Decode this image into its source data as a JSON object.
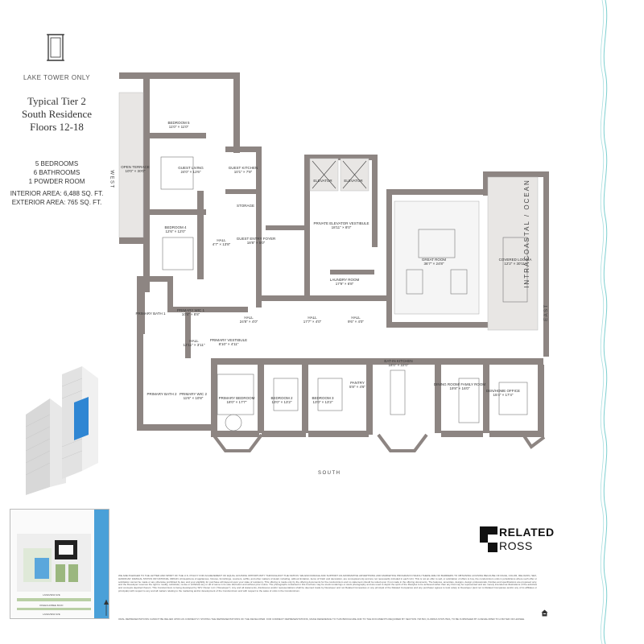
{
  "tower_note": "LAKE TOWER ONLY",
  "residence": {
    "title_line1": "Typical Tier 2",
    "title_line2": "South Residence",
    "title_line3": "Floors 12-18"
  },
  "specs": {
    "bedrooms": "5 BEDROOMS",
    "bathrooms": "6 BATHROOMS",
    "powder": "1 POWDER ROOM",
    "interior": "INTERIOR AREA: 6,488 SQ. FT.",
    "exterior": "EXTERIOR AREA: 765 SQ. FT."
  },
  "compass": {
    "west": "WEST",
    "east": "EAST",
    "south": "SOUTH",
    "side": "INTRACOASTAL / OCEAN"
  },
  "rooms": [
    {
      "name": "BEDROOM 5",
      "dims": "11'0\" × 11'0\""
    },
    {
      "name": "OPEN TERRACE",
      "dims": "10'0\" × 30'0\""
    },
    {
      "name": "GUEST LIVING",
      "dims": "24'0\" × 12'6\""
    },
    {
      "name": "GUEST KITCHEN",
      "dims": "10'1\" × 7'8\""
    },
    {
      "name": "STORAGE",
      "dims": ""
    },
    {
      "name": "BEDROOM 4",
      "dims": "12'6\" × 12'0\""
    },
    {
      "name": "HALL",
      "dims": "4'7\" × 13'8\""
    },
    {
      "name": "GUEST ENTRY FOYER",
      "dims": "18'8\" × 5'0\""
    },
    {
      "name": "ELEVATOR",
      "dims": ""
    },
    {
      "name": "ELEVATOR",
      "dims": ""
    },
    {
      "name": "PRIVATE ELEVATOR VESTIBULE",
      "dims": "18'11\" × 8'0\""
    },
    {
      "name": "GREAT ROOM",
      "dims": "36'7\" × 24'8\""
    },
    {
      "name": "COVERED LOGGIA",
      "dims": "12'2\" × 30'11\""
    },
    {
      "name": "LAUNDRY ROOM",
      "dims": "17'9\" × 6'8\""
    },
    {
      "name": "PRIMARY BATH 1",
      "dims": ""
    },
    {
      "name": "PRIMARY WIC 1",
      "dims": "10'4\" × 8'8\""
    },
    {
      "name": "HALL",
      "dims": "24'8\" × 4'0\""
    },
    {
      "name": "HALL",
      "dims": "17'7\" × 4'0\""
    },
    {
      "name": "HALL",
      "dims": "9'6\" × 4'0\""
    },
    {
      "name": "HALL",
      "dims": "12'11\" × 3'11\""
    },
    {
      "name": "PRIMARY VESTIBULE",
      "dims": "8'10\" × 4'11\""
    },
    {
      "name": "EAT-IN KITCHEN",
      "dims": "18'0\" × 22'0\""
    },
    {
      "name": "PANTRY",
      "dims": "5'8\" × 4'6\""
    },
    {
      "name": "PRIMARY BATH 2",
      "dims": ""
    },
    {
      "name": "PRIMARY WIC 2",
      "dims": "11'6\" × 10'8\""
    },
    {
      "name": "PRIMARY BEDROOM",
      "dims": "18'0\" × 17'7\""
    },
    {
      "name": "BEDROOM 2",
      "dims": "13'0\" × 13'2\""
    },
    {
      "name": "BEDROOM 3",
      "dims": "13'0\" × 13'2\""
    },
    {
      "name": "DINING ROOM/ FAMILY ROOM",
      "dims": "19'8\" × 16'0\""
    },
    {
      "name": "DEN/HOME OFFICE",
      "dims": "15'4\" × 17'4\""
    }
  ],
  "brand": {
    "line1": "RELATED",
    "line2": "ROSS"
  },
  "siteplan": {
    "street1": "LAKEVIEW AVE",
    "street2": "OKEECHOBEE BLVD",
    "street3": "LAKEVIEW AVE"
  },
  "legal": {
    "main": "WE ARE PLEDGED TO THE LETTER AND SPIRIT OF THE U.S. POLICY FOR ACHIEVEMENT OF EQUAL HOUSING OPPORTUNITY THROUGHOUT THE NATION. WE ENCOURAGE AND SUPPORT AN AFFIRMATIVE ADVERTISING AND MARKETING PROGRAM IN WHICH THERE ARE NO BARRIERS TO OBTAINING HOUSING BECAUSE OF RACE, COLOR, RELIGION, SEX, HANDICAP, FAMILIAL STATUS OR NATIONAL ORIGIN. All depictions of appliances, fixtures, furnishings, counters, soffits, and other matters of detail, including, without limitation, items of finish and decoration, are conceptual only and are not necessarily included in each Unit. This is not an offer to sell, or solicitation of offers to buy, the condominium units in jurisdictions where such offer or solicitation cannot be made or are otherwise prohibited by law, and your eligibility for purchase will depend upon your state of residency. This offering is made only by the offering documents for the condominium and no statement should be relied upon if not made in the offering documents. The features, amenities, designs, design professionals, finishes and specifications are proposed only, and the Developer reserves the right to modify, substitute, revise or withdraw any or all of same in its sole discretion and without prior notice. The photographs contained in this brochure may be stock renderings or stock photography and are used to depict the spirit of the lifestyles to be achieved rather than any that may be represented and are merely intended as illustrations of the activities and concepts depicted therein. This Condominium is being developed by SFV Owner LLC (\"Developer\"). Any and all statements, disclosures and/or representations shall be deemed made by Developer and not Related Companies or any principal of the Related Companies and any purchaser agrees to look solely to Developer (and not to Related Companies and/or any of its affiliates or principals) with respect to any and all matters relating to the marketing and/or development of the Condominium and with respect to the sales of units in the Condominium.",
    "footer": "ORAL REPRESENTATIONS CANNOT BE RELIED UPON AS CORRECTLY STATING THE REPRESENTATIONS OF THE DEVELOPER. FOR CORRECT REPRESENTATIONS, MAKE REFERENCE TO THIS BROCHURE AND TO THE DOCUMENTS REQUIRED BY SECTION 718.503, FLORIDA STATUTES, TO BE FURNISHED BY A DEVELOPER TO A BUYER OR LESSEE."
  }
}
